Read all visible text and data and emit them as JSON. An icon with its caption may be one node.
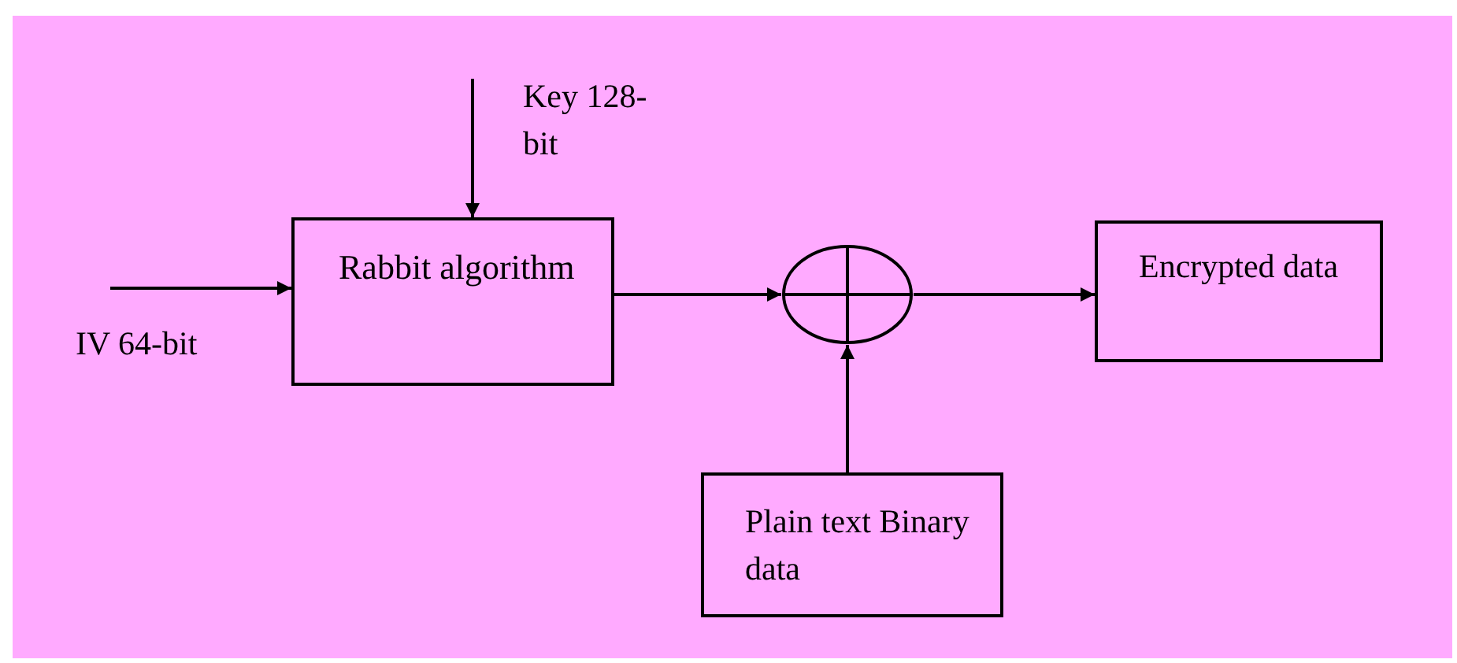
{
  "diagram": {
    "nodes": [
      {
        "text": [
          "Rabbit algorithm"
        ]
      },
      {
        "text": [],
        "shape": "circle"
      },
      {
        "text": [
          "Encrypted data"
        ]
      },
      {
        "text": [
          "Plain text Binary data"
        ]
      },
      {
        "text": [
          "Key 128-bit"
        ]
      },
      {
        "text": [
          "IV 64-bit"
        ]
      }
    ],
    "edges": [
      {
        "from": 4,
        "to": 0,
        "arrow": "to"
      },
      {
        "from": 5,
        "to": 0,
        "arrow": "to"
      },
      {
        "from": 0,
        "to": 1,
        "arrow": "to"
      },
      {
        "from": 1,
        "to": 2,
        "arrow": "to"
      },
      {
        "from": 3,
        "to": 1,
        "arrow": "to"
      }
    ]
  }
}
